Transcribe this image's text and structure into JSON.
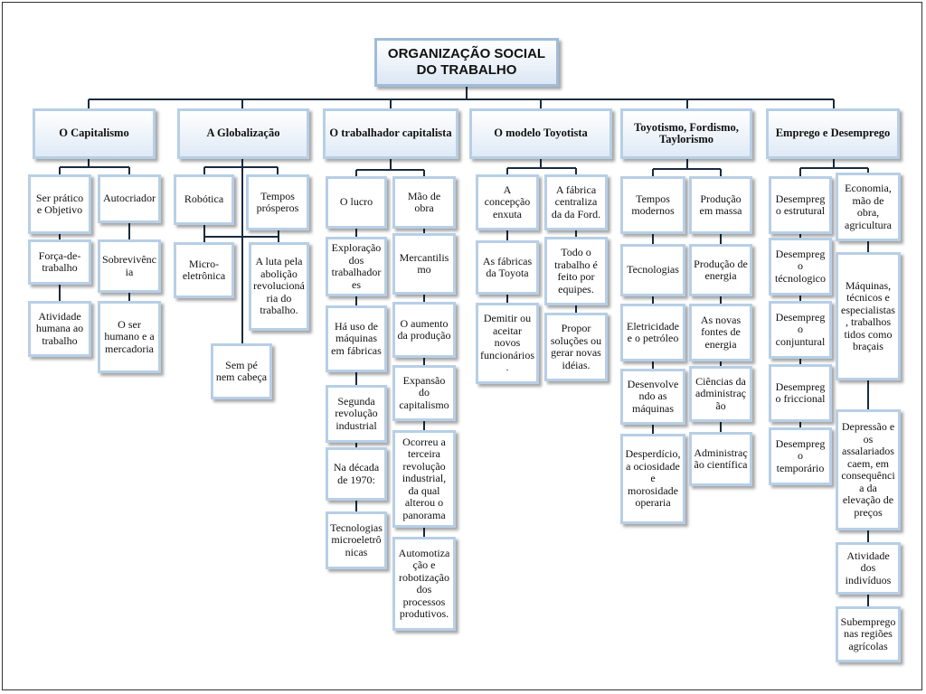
{
  "title": "ORGANIZAÇÃO SOCIAL DO TRABALHO",
  "columns": [
    {
      "header": "O Capitalismo",
      "left": [
        "Ser prático e Objetivo",
        "Força-de-trabalho",
        "Atividade humana ao trabalho"
      ],
      "right": [
        "Autocriador",
        "Sobrevivência",
        "O ser humano e a mercadoria"
      ]
    },
    {
      "header": "A Globalização",
      "left": [
        "Robótica",
        "Micro-eletrônica"
      ],
      "right": [
        "Tempos prósperos",
        "A luta pela abolição revolucionária do trabalho."
      ],
      "center": [
        "Sem pé nem cabeça"
      ]
    },
    {
      "header": "O trabalhador capitalista",
      "left": [
        "O lucro",
        "Exploração dos trabalhadores",
        "Há uso de máquinas em fábricas",
        "Segunda revolução industrial",
        "Na década de 1970:",
        "Tecnologias microeletrônicas"
      ],
      "right": [
        "Mão de obra",
        "Mercantilismo",
        "O aumento da produção",
        "Expansão do capitalismo",
        "Ocorreu a terceira revolução industrial, da qual alterou o panorama",
        "Automotização e robotização dos processos produtivos."
      ]
    },
    {
      "header": "O modelo Toyotista",
      "left": [
        "A concepção enxuta",
        "As fábricas da Toyota",
        "Demitir ou aceitar novos funcionários."
      ],
      "right": [
        "A fábrica centraliza da da Ford.",
        "Todo o trabalho é feito por equipes.",
        "Propor soluções ou gerar novas idéias."
      ]
    },
    {
      "header": "Toyotismo, Fordismo, Taylorismo",
      "left": [
        "Tempos modernos",
        "Tecnologias",
        "Eletricidade e o petróleo",
        "Desenvolvendo as máquinas",
        "Desperdício, a ociosidade e morosidade operaria"
      ],
      "right": [
        "Produção em massa",
        "Produção de energia",
        "As novas fontes de energia",
        "Ciências da administração",
        "Administração científica"
      ]
    },
    {
      "header": "Emprego e Desemprego",
      "left": [
        "Desemprego estrutural",
        "Desemprego técnologico",
        "Desemprego conjuntural",
        "Desemprego friccional",
        "Desemprego temporário"
      ],
      "right": [
        "Economia, mão de obra, agricultura",
        "Máquinas, técnicos e especialistas, trabalhos tidos como braçais",
        "Depressão e os assalariados caem, em consequência da elevação de preços",
        "Atividade dos indivíduos",
        "Subemprego nas regiões agrícolas"
      ]
    }
  ]
}
